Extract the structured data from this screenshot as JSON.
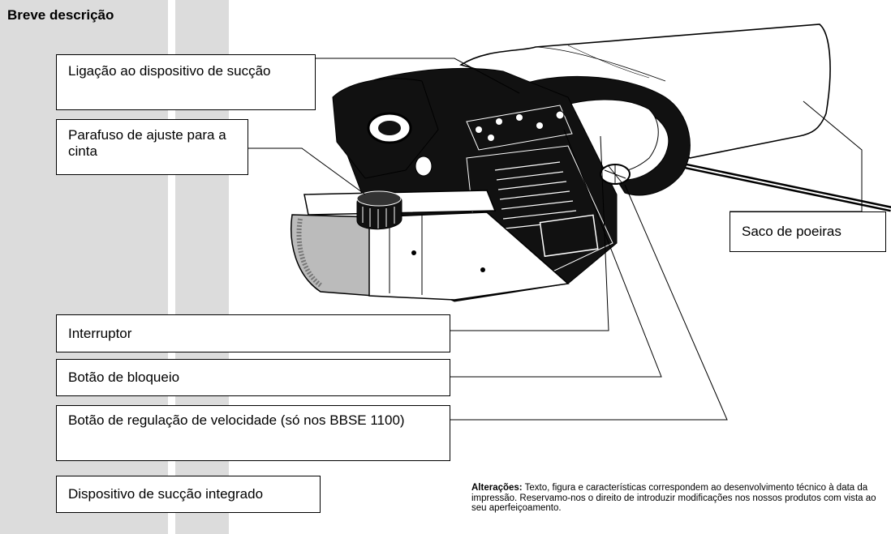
{
  "title": "Breve descrição",
  "labels": {
    "suction_connection": "Ligação ao dispositivo de sucção",
    "belt_adjust_screw": "Parafuso de ajuste para a cinta",
    "dust_bag": "Saco de poeiras",
    "switch": "Interruptor",
    "lock_button": "Botão de bloqueio",
    "speed_button": "Botão de regulação de velocidade (só nos BBSE 1100)",
    "integrated_suction": "Dispositivo de sucção integrado"
  },
  "note": {
    "heading": "Alterações:",
    "text": "Texto, figura e características correspondem ao desenvolvimento técnico à data da impressão. Reservamo-nos o direito de introduzir modificações nos nossos produtos com vista ao seu aperfeiçoamento."
  }
}
